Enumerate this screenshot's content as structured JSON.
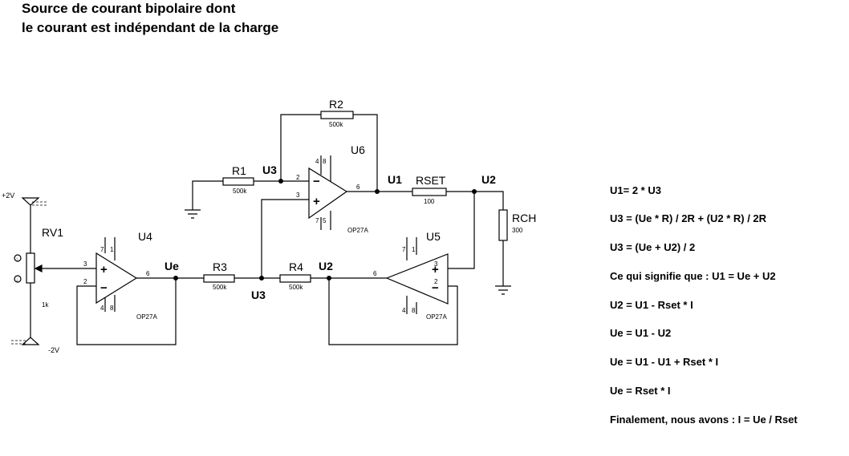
{
  "title": {
    "line1": "Source de courant bipolaire dont",
    "line2": "le courant est indépendant de la charge"
  },
  "components": {
    "R1": {
      "ref": "R1",
      "value": "500k"
    },
    "R2": {
      "ref": "R2",
      "value": "500k"
    },
    "R3": {
      "ref": "R3",
      "value": "500k"
    },
    "R4": {
      "ref": "R4",
      "value": "500k"
    },
    "RSET": {
      "ref": "RSET",
      "value": "100"
    },
    "RCH": {
      "ref": "RCH",
      "value": "300"
    },
    "RV1": {
      "ref": "RV1",
      "value": "1k"
    },
    "U4": {
      "ref": "U4",
      "model": "OP27A"
    },
    "U5": {
      "ref": "U5",
      "model": "OP27A"
    },
    "U6": {
      "ref": "U6",
      "model": "OP27A"
    }
  },
  "nets": {
    "U1": "U1",
    "U2": "U2",
    "U3": "U3",
    "Ue": "Ue"
  },
  "supplies": {
    "pos": "+2V",
    "neg": "-2V"
  },
  "symbols": {
    "plus": "+",
    "minus": "−"
  },
  "pins": {
    "p1": "1",
    "p2": "2",
    "p3": "3",
    "p4": "4",
    "p5": "5",
    "p6": "6",
    "p7": "7",
    "p8": "8"
  },
  "equations": [
    "U1= 2 * U3",
    "U3 = (Ue * R) / 2R + (U2 * R) / 2R",
    "U3 = (Ue + U2) / 2",
    "Ce qui signifie que : U1 = Ue + U2",
    "U2 = U1 - Rset * I",
    "Ue = U1 - U2",
    "Ue = U1 - U1 + Rset * I",
    "Ue = Rset * I",
    "Finalement, nous avons : I = Ue / Rset"
  ]
}
